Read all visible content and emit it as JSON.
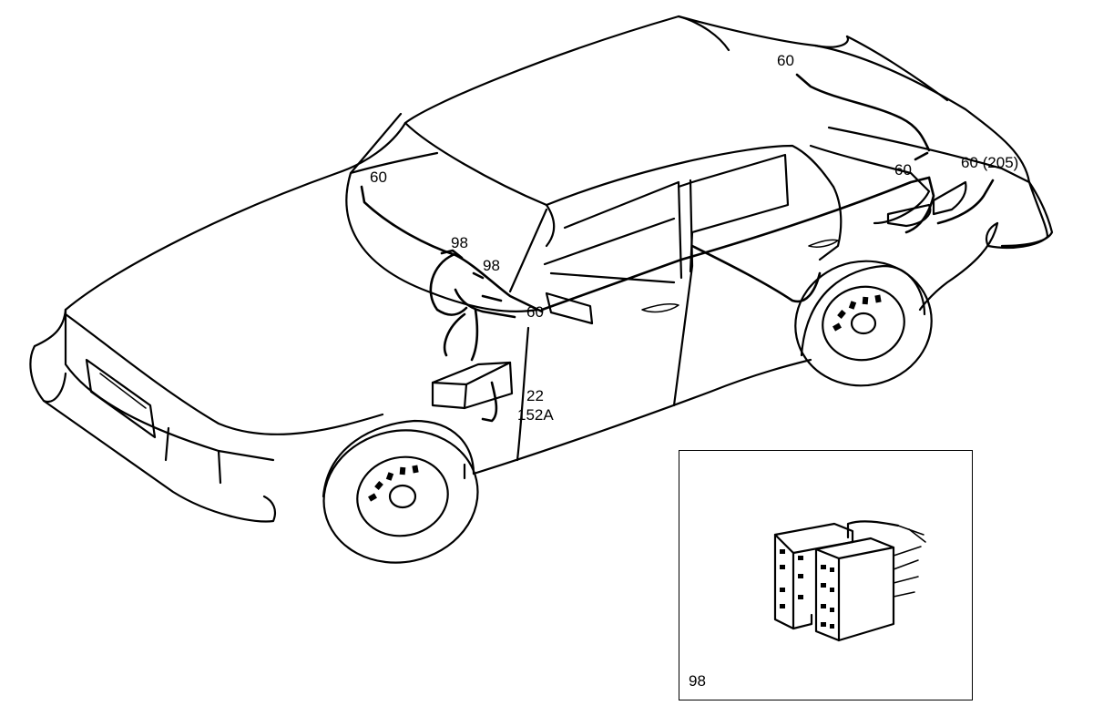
{
  "labels": {
    "rear_window_left": "60",
    "rear_window_top": "60",
    "rear_quarter": "60",
    "rear_right": "60 (205)",
    "front_door_a": "98",
    "front_door_b": "98",
    "front_pillar": "60",
    "fender_a": "22",
    "fender_b": "152A"
  },
  "inset": {
    "label": "98"
  }
}
